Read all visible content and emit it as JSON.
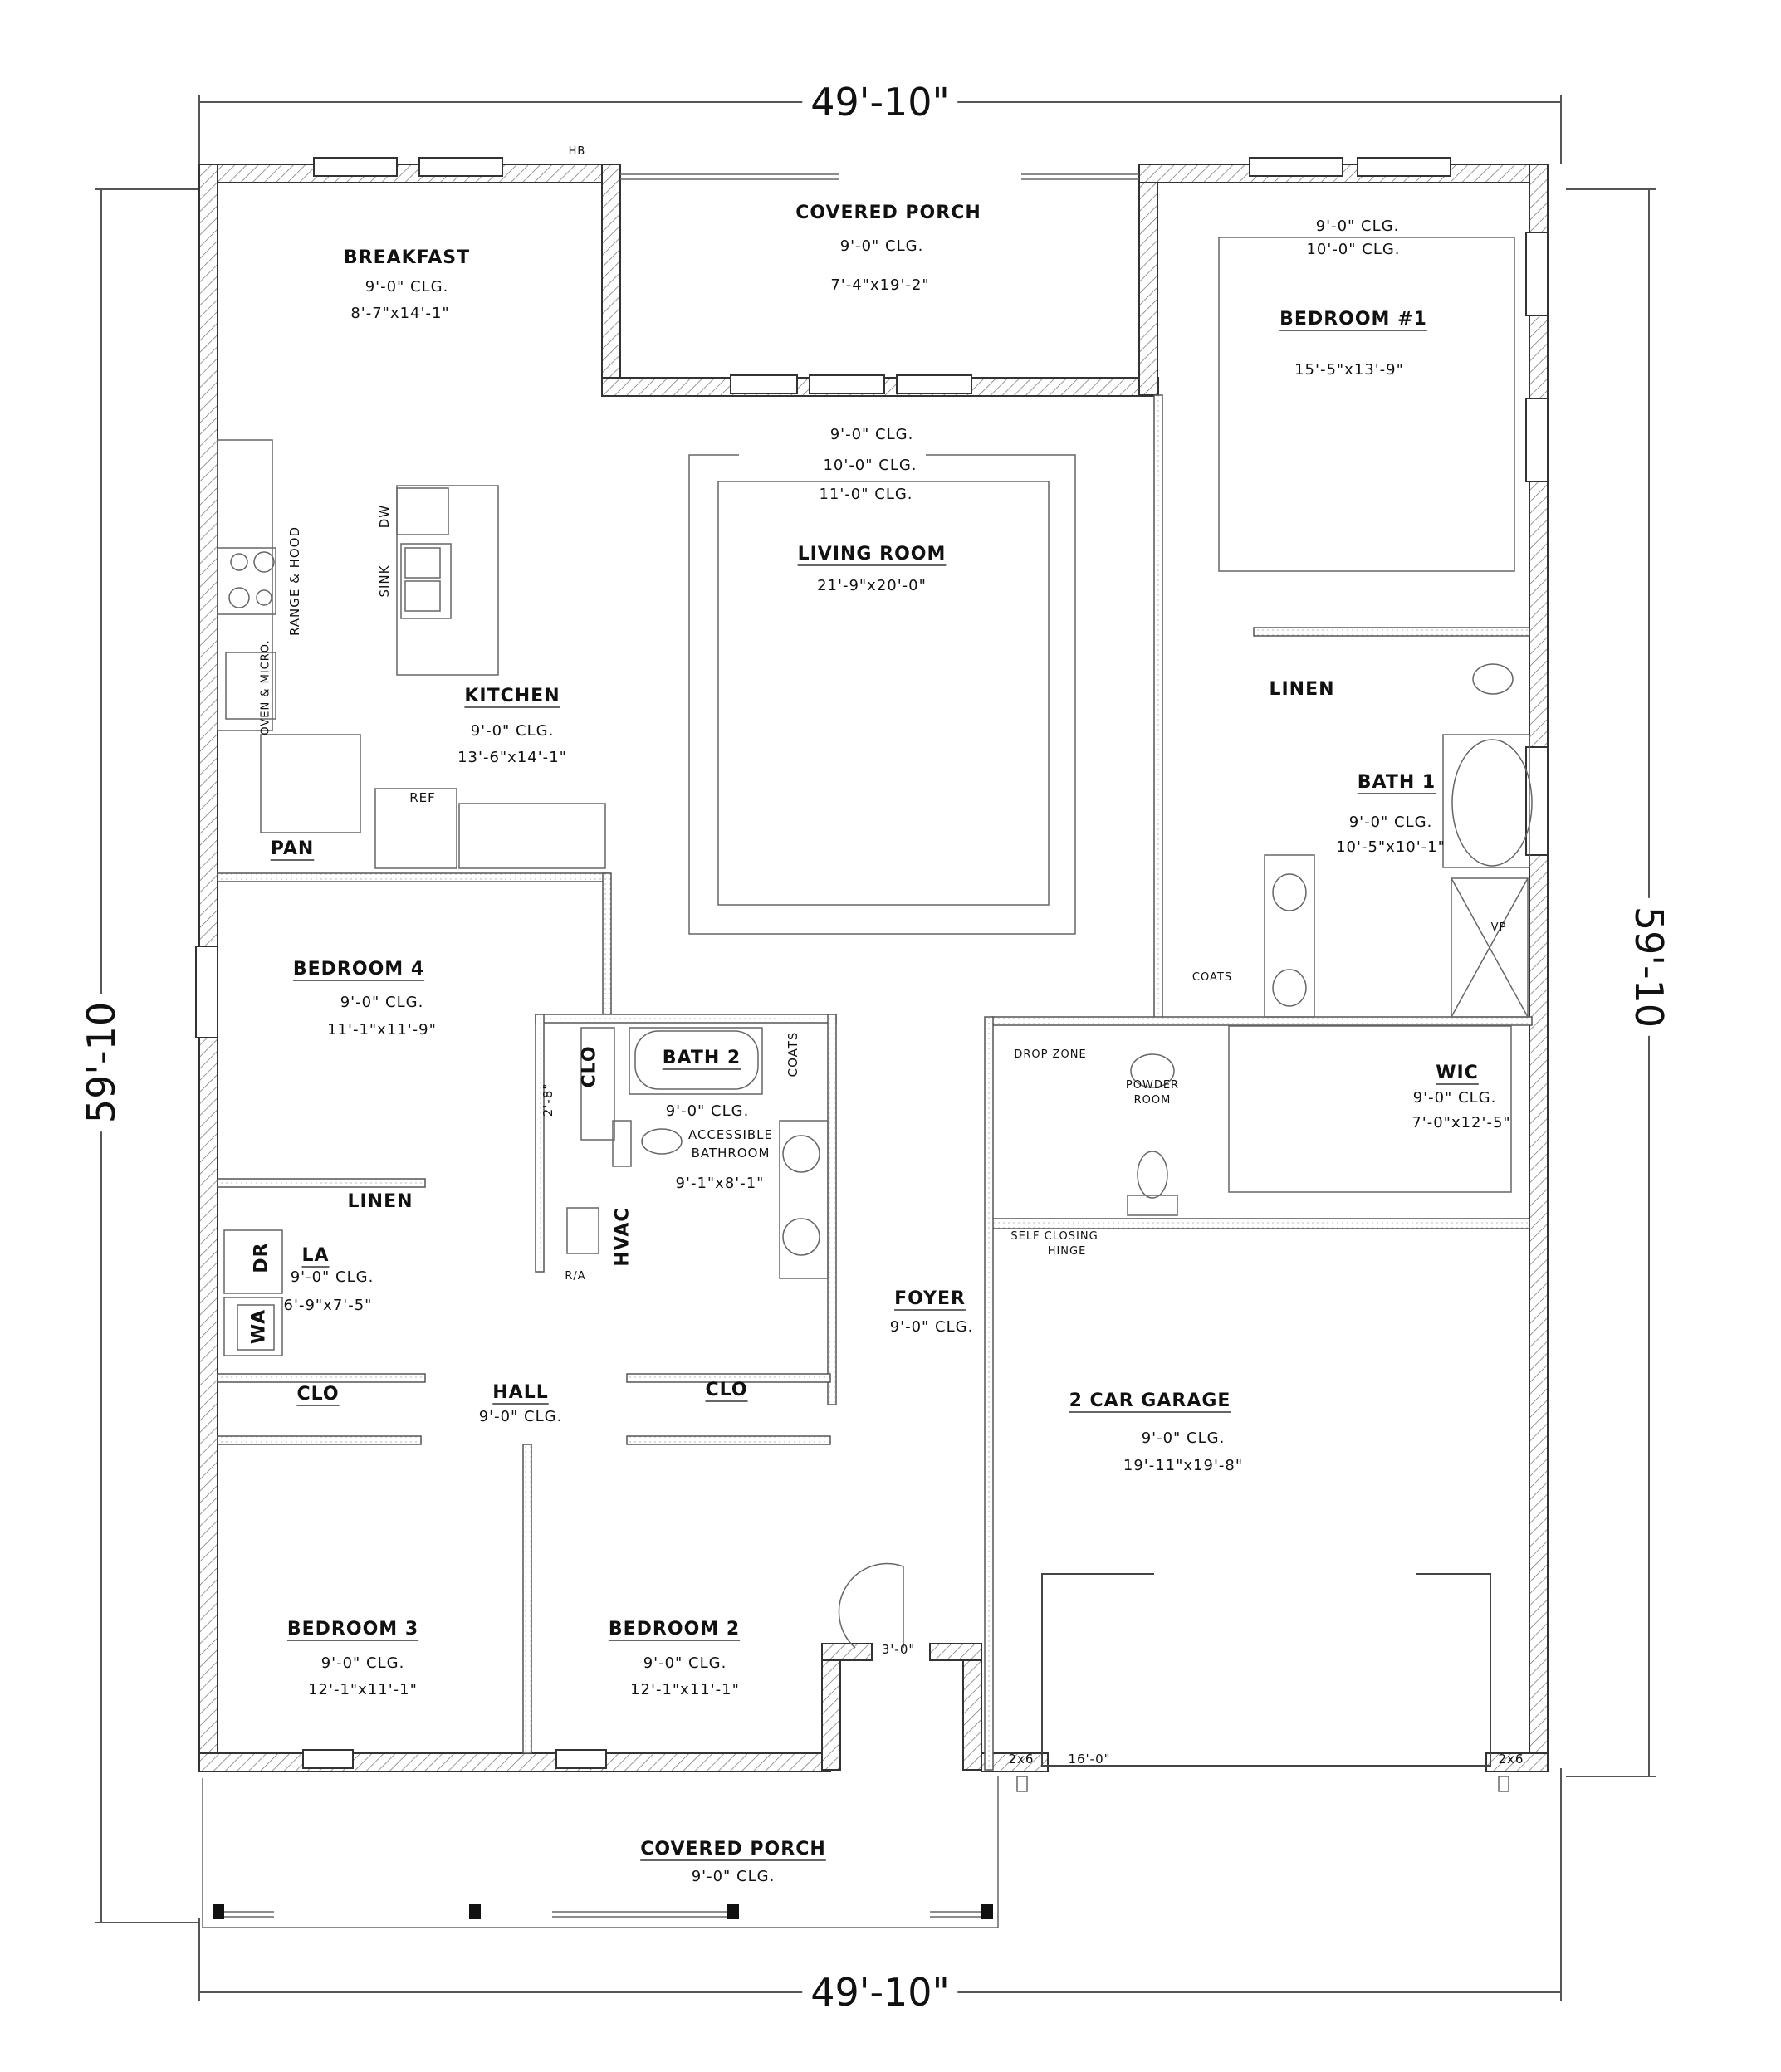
{
  "dimensions": {
    "top_width": "49'-10\"",
    "bottom_width": "49'-10\"",
    "left_depth": "59'-10",
    "right_depth": "59'-10"
  },
  "rooms": {
    "breakfast": {
      "name": "BREAKFAST",
      "ceiling": "9'-0\" CLG.",
      "size": "8'-7\"x14'-1\""
    },
    "covered_porch_rear": {
      "name": "COVERED PORCH",
      "ceiling": "9'-0\" CLG.",
      "size": "7'-4\"x19'-2\""
    },
    "bedroom1": {
      "name": "BEDROOM #1",
      "ceiling_1": "9'-0\" CLG.",
      "ceiling_2": "10'-0\" CLG.",
      "size": "15'-5\"x13'-9\""
    },
    "living_room": {
      "name": "LIVING ROOM",
      "ceiling_1": "9'-0\" CLG.",
      "ceiling_2": "10'-0\" CLG.",
      "ceiling_3": "11'-0\" CLG.",
      "size": "21'-9\"x20'-0\""
    },
    "kitchen": {
      "name": "KITCHEN",
      "ceiling": "9'-0\" CLG.",
      "size": "13'-6\"x14'-1\""
    },
    "pantry": {
      "name": "PAN"
    },
    "bath1": {
      "name": "BATH 1",
      "ceiling": "9'-0\" CLG.",
      "size": "10'-5\"x10'-1\""
    },
    "linen_master": {
      "name": "LINEN"
    },
    "coats_master": {
      "name": "COATS"
    },
    "bedroom4": {
      "name": "BEDROOM 4",
      "ceiling": "9'-0\" CLG.",
      "size": "11'-1\"x11'-9\""
    },
    "bath2": {
      "name": "BATH 2",
      "ceiling": "9'-0\" CLG.",
      "note_1": "ACCESSIBLE",
      "note_2": "BATHROOM",
      "size": "9'-1\"x8'-1\""
    },
    "clo_bath2": {
      "name": "CLO"
    },
    "coats_bath2": {
      "name": "COATS"
    },
    "door_width_28": "2'-8\"",
    "hvac": {
      "name": "HVAC",
      "ra": "R/A"
    },
    "drop_zone": {
      "name": "DROP ZONE"
    },
    "powder_room": {
      "name_1": "POWDER",
      "name_2": "ROOM"
    },
    "wic": {
      "name": "WIC",
      "ceiling": "9'-0\" CLG.",
      "size": "7'-0\"x12'-5\""
    },
    "self_closing": {
      "line_1": "SELF CLOSING",
      "line_2": "HINGE"
    },
    "laundry": {
      "name": "LA",
      "ceiling": "9'-0\" CLG.",
      "size": "6'-9\"x7'-5\"",
      "dryer": "DR",
      "washer": "WA"
    },
    "linen_hall": {
      "name": "LINEN"
    },
    "foyer": {
      "name": "FOYER",
      "ceiling": "9'-0\" CLG."
    },
    "garage": {
      "name": "2 CAR GARAGE",
      "ceiling": "9'-0\" CLG.",
      "size": "19'-11\"x19'-8\"",
      "door_width": "16'-0\"",
      "post_left": "2x6",
      "post_right": "2x6"
    },
    "hall": {
      "name": "HALL",
      "ceiling": "9'-0\" CLG."
    },
    "clo_bed3": {
      "name": "CLO"
    },
    "clo_bed2": {
      "name": "CLO"
    },
    "bedroom3": {
      "name": "BEDROOM 3",
      "ceiling": "9'-0\" CLG.",
      "size": "12'-1\"x11'-1\""
    },
    "bedroom2": {
      "name": "BEDROOM 2",
      "ceiling": "9'-0\" CLG.",
      "size": "12'-1\"x11'-1\""
    },
    "front_door_width": "3'-0\"",
    "covered_porch_front": {
      "name": "COVERED PORCH",
      "ceiling": "9'-0\" CLG."
    }
  },
  "fixtures": {
    "range": "RANGE & HOOD",
    "oven": "OVEN & MICRO.",
    "sink": "SINK",
    "dishwasher": "DW",
    "refrigerator": "REF",
    "shower": "VP",
    "hose_bib": "HB"
  }
}
